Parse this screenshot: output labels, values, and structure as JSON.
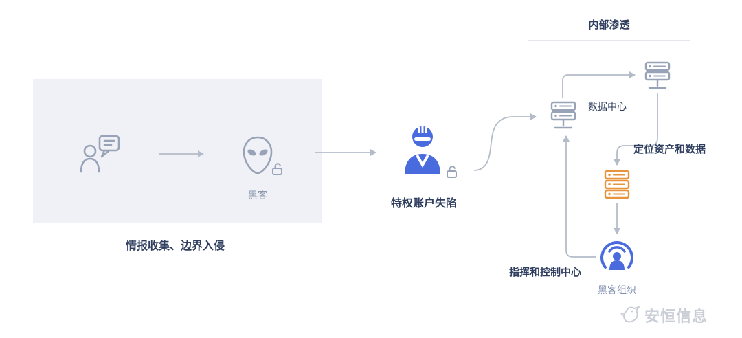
{
  "diagram": {
    "stage1": {
      "caption": "情报收集、边界入侵",
      "hacker_label": "黑客"
    },
    "stage2": {
      "caption": "特权账户失陷"
    },
    "stage3": {
      "title": "内部渗透",
      "datacenter_label": "数据中心",
      "locate_assets_label": "定位资产和数据",
      "command_control_label": "指挥和控制中心",
      "hacker_group_label": "黑客组织"
    },
    "watermark": "安恒信息"
  },
  "colors": {
    "accent_blue": "#4a6bdd",
    "icon_gray": "#98a3b8",
    "alert_orange": "#e8943c",
    "text_dark": "#2f3e5f",
    "text_muted": "#8e99ad",
    "text_grayblue": "#7e8db2",
    "panel_fill": "#eff1f6",
    "panel_border": "#e4e6eb",
    "arrow_gray": "#b4bcc9",
    "watermark_gray": "#c9cdd5"
  },
  "icons": {
    "chat_person": "chat-person-icon",
    "alien": "alien-hacker-icon",
    "alien_lock": "unlock-icon",
    "masked_user": "privileged-account-icon",
    "account_lock": "unlock-icon",
    "server_entry": "server-icon",
    "server_datacenter": "server-icon",
    "server_compromised": "server-compromised-icon",
    "hacker_group": "hacker-group-broadcast-icon",
    "brand_bird": "brand-bird-icon"
  }
}
